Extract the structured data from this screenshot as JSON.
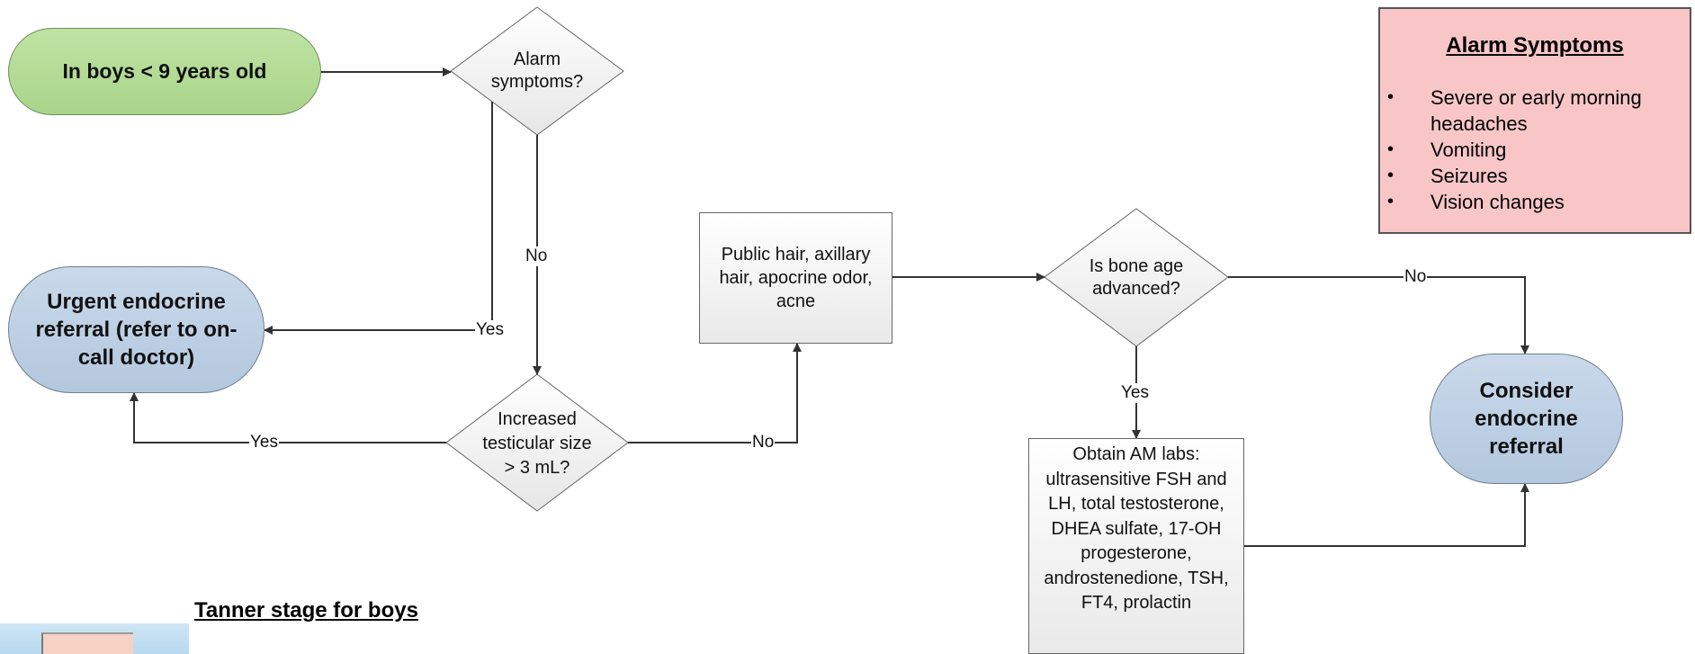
{
  "start_node": "In boys < 9 years old",
  "decision_alarm": "Alarm symptoms?",
  "decision_testicular": "Increased testicular size > 3 mL?",
  "decision_bone_age": "Is bone age advanced?",
  "node_urgent": "Urgent endocrine referral (refer to on-call doctor)",
  "node_pubic": "Public hair, axillary hair, apocrine odor, acne",
  "node_labs": "Obtain AM labs: ultrasensitive FSH and LH, total testosterone, DHEA sulfate, 17-OH progesterone, androstenedione, TSH, FT4, prolactin",
  "node_consider": "Consider endocrine referral",
  "edge_labels": {
    "alarm_no": "No",
    "alarm_yes": "Yes",
    "testicular_yes": "Yes",
    "testicular_no": "No",
    "bone_no": "No",
    "bone_yes": "Yes"
  },
  "alarm_box": {
    "title": "Alarm Symptoms",
    "items": [
      "Severe or early morning headaches",
      "Vomiting",
      "Seizures",
      "Vision changes"
    ]
  },
  "tanner_title": "Tanner stage for boys",
  "colors": {
    "start_fill": "#a9d48a",
    "terminal_fill": "#b3c7de",
    "alarm_box_fill": "#f9c6c8",
    "line": "#333333"
  }
}
